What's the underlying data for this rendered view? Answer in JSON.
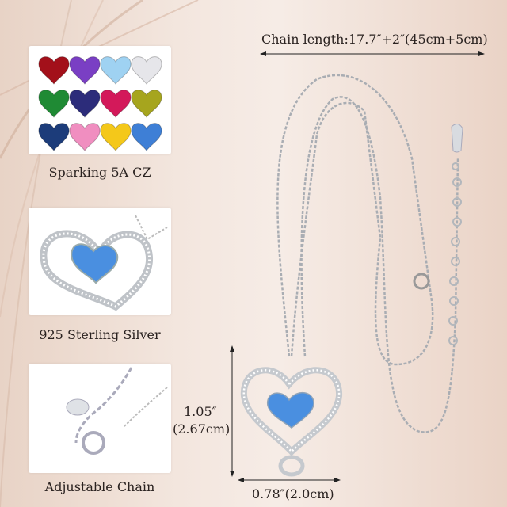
{
  "chain_length_label": "Chain length:17.7″+2″(45cm+5cm)",
  "features": [
    {
      "caption": "Sparking 5A CZ"
    },
    {
      "caption": "925 Sterling Silver"
    },
    {
      "caption": "Adjustable Chain"
    }
  ],
  "height_label": {
    "inch": "1.05″",
    "cm": "(2.67cm)"
  },
  "width_label": "0.78″(2.0cm)",
  "stone_colors": [
    "#a3101a",
    "#7a3fc4",
    "#9fd2f2",
    "#e6e6ea",
    "#1f8a34",
    "#2c2c7a",
    "#d3195a",
    "#a6a51e",
    "#1c3c7a",
    "#f08ec0",
    "#f4c81a",
    "#3e7fd6"
  ],
  "pendant_stone_color": "#4a8fe0"
}
